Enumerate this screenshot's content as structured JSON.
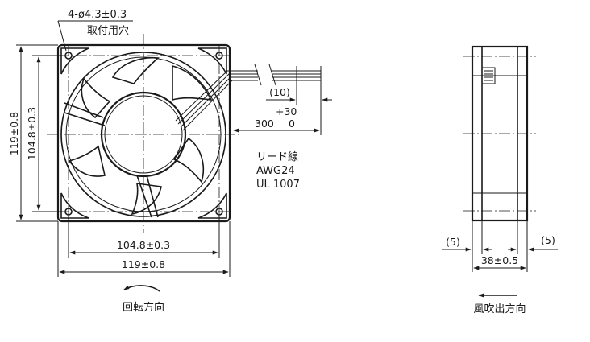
{
  "mounting_holes_spec": "4-ø4.3±0.3",
  "mounting_holes_label": "取付用穴",
  "dim_left_outer": "119±0.8",
  "dim_left_inner": "104.8±0.3",
  "dim_bottom_inner": "104.8±0.3",
  "dim_bottom_outer": "119±0.8",
  "lead_strip_dim": "(10)",
  "lead_tolerance": "+30",
  "lead_length": "300",
  "lead_tolerance_lower": "0",
  "lead_wire_title": "リード線",
  "lead_wire_gauge": "AWG24",
  "lead_wire_standard": "UL 1007",
  "rotation_label": "回転方向",
  "side_left_offset": "(5)",
  "side_right_offset": "(5)",
  "side_thickness": "38±0.5",
  "airflow_label": "風吹出方向"
}
